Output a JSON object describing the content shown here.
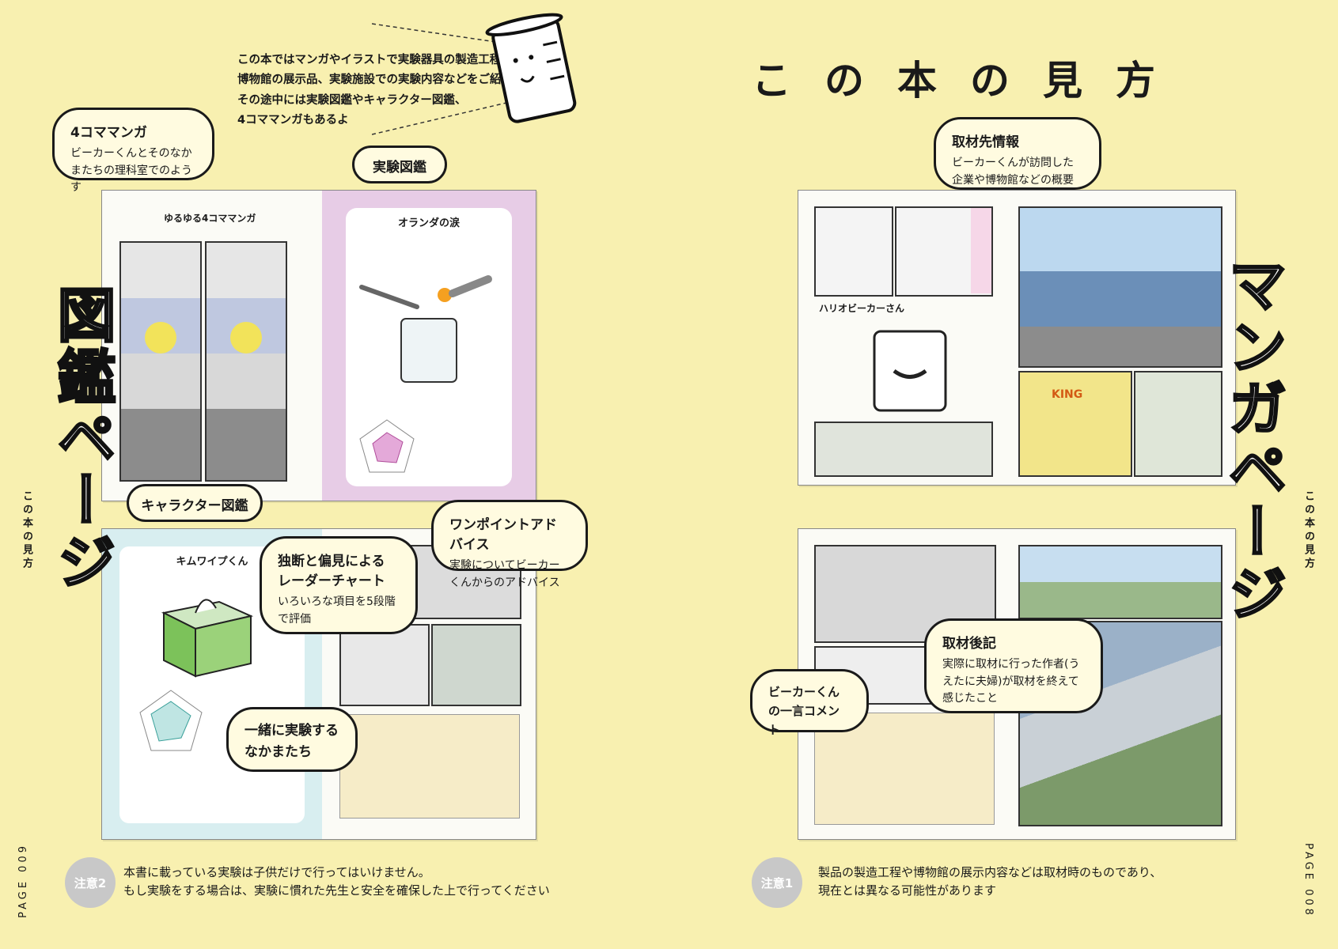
{
  "intro": {
    "line1": "この本ではマンガやイラストで実験器具の製造工程や、",
    "line2": "博物館の展示品、実験施設での実験内容などをご紹介。",
    "line3": "その途中には実験図鑑やキャラクター図鑑、",
    "line4": "4コママンガもあるよ"
  },
  "title": "この本の見方",
  "bubbles": {
    "yonkoma": {
      "heading": "4コママンガ",
      "body": "ビーカーくんとそのなかまたちの理科室でのようす"
    },
    "zukan": {
      "heading": "実験図鑑"
    },
    "chara": {
      "heading": "キャラクター図鑑"
    },
    "radar": {
      "heading": "独断と偏見による レーダーチャート",
      "body": "いろいろな項目を5段階で評価"
    },
    "onepoint": {
      "heading": "ワンポイントアドバイス",
      "body": "実験についてビーカーくんからのアドバイス"
    },
    "issho": {
      "heading": "一緒に実験するなかまたち"
    },
    "shuzai_saki": {
      "heading": "取材先情報",
      "body": "ビーカーくんが訪問した企業や博物館などの概要"
    },
    "shuzai_koki": {
      "heading": "取材後記",
      "body": "実際に取材に行った作者(うえたに夫婦)が取材を終えて感じたこと"
    },
    "comment": {
      "heading": "ビーカーくんの一言コメント"
    }
  },
  "big_labels": {
    "left": "図鑑ページ",
    "right": "マンガページ"
  },
  "side_labels": {
    "left": "この本の見方",
    "right": "この本の見方"
  },
  "page_numbers": {
    "left": "PAGE 009",
    "right": "PAGE 008"
  },
  "notices": {
    "n2": {
      "chip": "注意2",
      "line1": "本書に載っている実験は子供だけで行ってはいけません。",
      "line2": "もし実験をする場合は、実験に慣れた先生と安全を確保した上で行ってください"
    },
    "n1": {
      "chip": "注意1",
      "line1": "製品の製造工程や博物館の展示内容などは取材時のものであり、",
      "line2": "現在とは異なる可能性があります"
    }
  },
  "mock_texts": {
    "yonkoma_title": "ゆるゆる4コママンガ",
    "oranda": "オランダの涙",
    "kimwipe": "キムワイプくん",
    "hario": "ハリオビーカーさん",
    "king": "KING"
  },
  "colors": {
    "background": "#f8f0b0",
    "zukan_pink": "#e7cce6",
    "zukan_blue": "#d8eef0"
  }
}
